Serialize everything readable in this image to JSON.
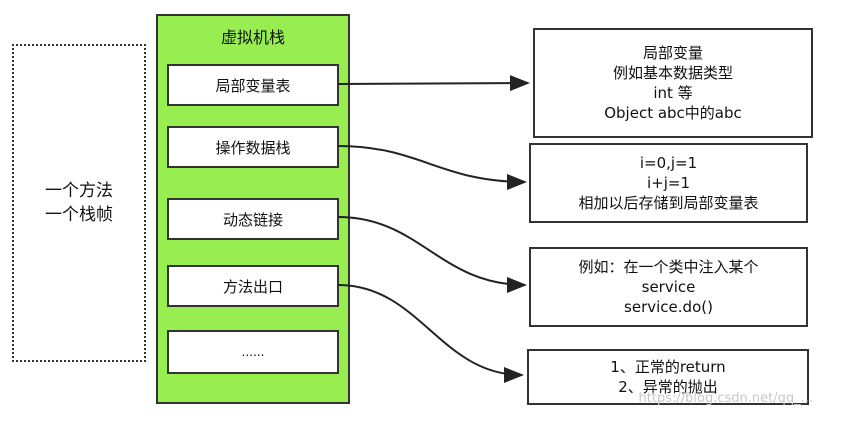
{
  "frame": {
    "line1": "一个方法",
    "line2": "一个栈帧"
  },
  "stack": {
    "title": "虚拟机栈",
    "slots": [
      "局部变量表",
      "操作数据栈",
      "动态链接",
      "方法出口",
      "......"
    ]
  },
  "notes": {
    "locals": [
      "局部变量",
      "例如基本数据类型",
      "int 等",
      "Object  abc中的abc"
    ],
    "operand": [
      "i=0,j=1",
      "i+j=1",
      "相加以后存储到局部变量表"
    ],
    "dynamic": [
      "例如：在一个类中注入某个",
      "service",
      "service.do()"
    ],
    "exit": [
      "1、正常的return",
      "2、异常的抛出"
    ]
  },
  "watermark": "https://blog.csdn.net/qq_..."
}
